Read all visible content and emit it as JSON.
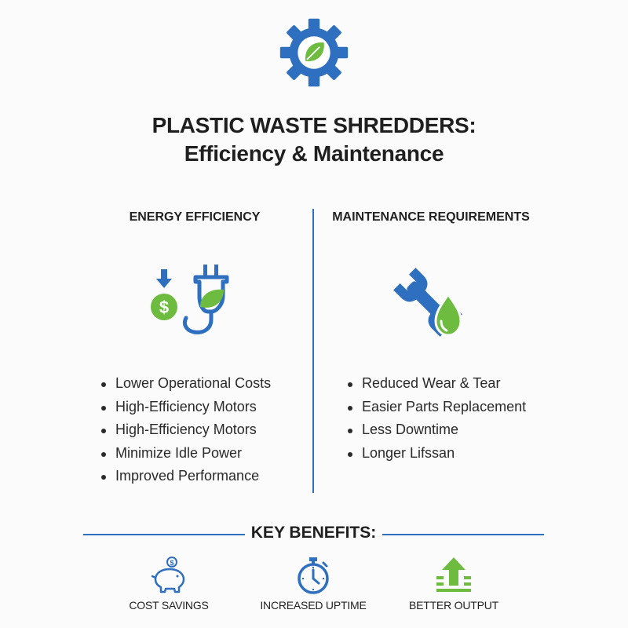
{
  "header": {
    "icon": "gear-leaf-icon",
    "title_line1": "PLASTIC WASTE SHREDDERS:",
    "title_line2": "Efficiency & Maintenance"
  },
  "left_column": {
    "heading": "ENERGY EFFICIENCY",
    "icon": "energy-plug-dollar-icon",
    "items": [
      "Lower Operational Costs",
      "High-Efficiency Motors",
      "High-Efficiency Motors",
      "Minimize Idle Power",
      "Improved Performance"
    ]
  },
  "right_column": {
    "heading": "MAINTENANCE REQUIREMENTS",
    "icon": "wrench-oil-drop-icon",
    "items": [
      "Reduced Wear & Tear",
      "Easier Parts Replacement",
      "Less Downtime",
      "Longer Lifssan"
    ]
  },
  "key_benefits": {
    "title": "KEY BENEFITS:",
    "items": [
      {
        "label": "COST SAVINGS",
        "icon": "piggy-bank-icon"
      },
      {
        "label": "INCREASED UPTIME",
        "icon": "stopwatch-icon"
      },
      {
        "label": "BETTER OUTPUT",
        "icon": "output-arrow-icon"
      }
    ]
  },
  "colors": {
    "blue": "#2f6fbf",
    "green": "#6dbb3f",
    "text": "#222222"
  }
}
